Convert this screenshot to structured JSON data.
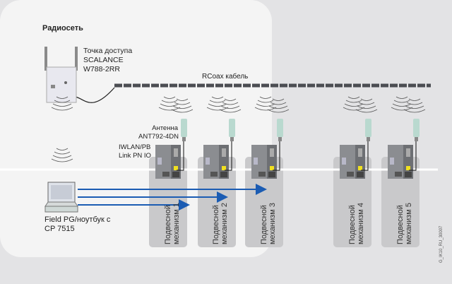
{
  "title": "Радиосеть",
  "access_point": {
    "line1": "Точка доступа",
    "line2": "SCALANCE",
    "line3": "W788-2RR"
  },
  "cable_label": "RCoax кабель",
  "antenna": {
    "line1": "Антенна",
    "line2": "ANT792-4DN"
  },
  "link": {
    "line1": "IWLAN/PB",
    "line2": "Link PN IO"
  },
  "laptop": {
    "line1": "Field PG/ноутбук с",
    "line2": "CP 7515"
  },
  "mechanisms": [
    {
      "line1": "Подвесной",
      "line2": "механизм 1"
    },
    {
      "line1": "Подвесной",
      "line2": "механизм 2"
    },
    {
      "line1": "Подвесной",
      "line2": "механизм 3"
    },
    {
      "line1": "Подвесной",
      "line2": "механизм 4"
    },
    {
      "line1": "Подвесной",
      "line2": "механизм 5"
    }
  ],
  "watermark": "G_IK10_RU_30007",
  "colors": {
    "arrow": "#1b5cb3",
    "panel": "#f4f4f4",
    "background": "#e3e3e5",
    "mechanism": "#c9c9cb"
  }
}
